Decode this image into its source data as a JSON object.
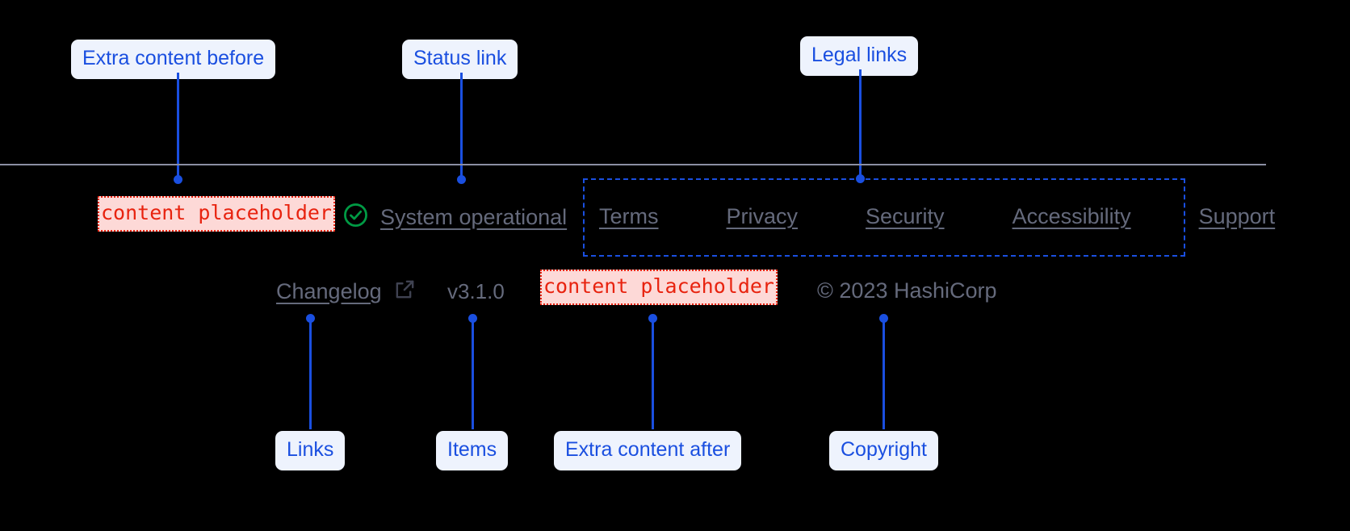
{
  "annotations": {
    "extra_before": "Extra content before",
    "status_link": "Status link",
    "legal_links": "Legal links",
    "links": "Links",
    "items": "Items",
    "extra_after": "Extra content after",
    "copyright": "Copyright"
  },
  "footer": {
    "extra_before_placeholder": "content placeholder",
    "extra_after_placeholder": "content placeholder",
    "status": {
      "icon": "circle-check-icon",
      "label": "System operational"
    },
    "legal_links": [
      {
        "label": "Terms"
      },
      {
        "label": "Privacy"
      },
      {
        "label": "Security"
      },
      {
        "label": "Accessibility"
      },
      {
        "label": "Support"
      }
    ],
    "changelog": {
      "label": "Changelog",
      "icon": "external-link-icon"
    },
    "version": "v3.1.0",
    "copyright": "© 2023 HashiCorp"
  },
  "colors": {
    "annotation_blue": "#1a4fe0",
    "annotation_bg": "#eef3fd",
    "placeholder_red": "#e8230f",
    "placeholder_bg": "#fdd9d7",
    "muted_text": "#656a7c",
    "status_green": "#009a44",
    "divider": "#8b8fa3"
  }
}
